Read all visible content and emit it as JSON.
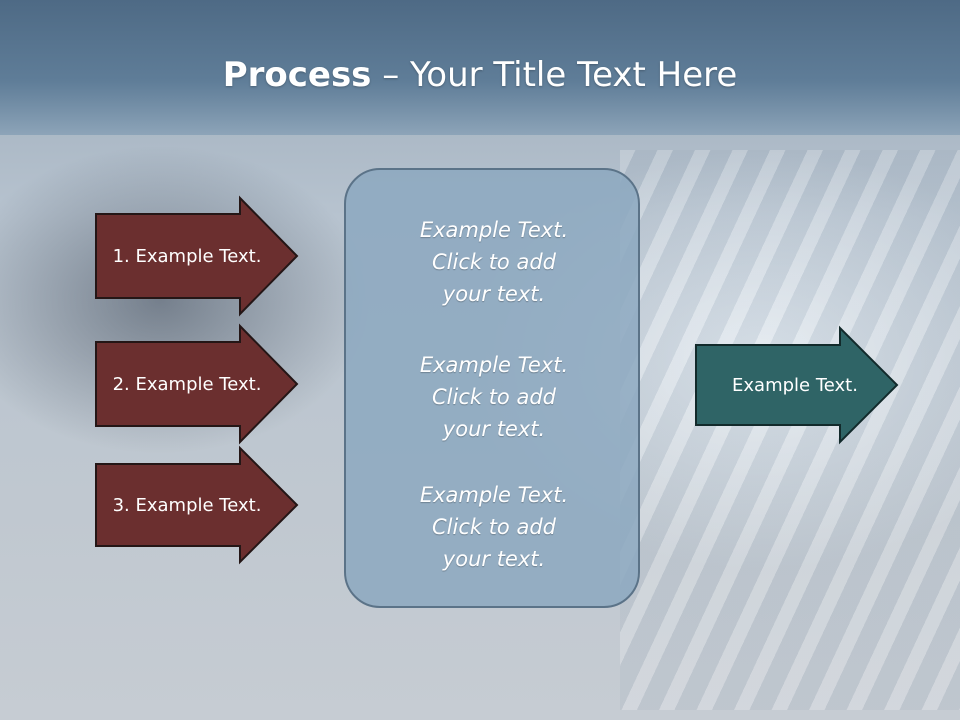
{
  "title": {
    "bold": "Process",
    "rest": " – Your Title Text Here"
  },
  "left_steps": [
    "1. Example Text.",
    "2. Example Text.",
    "3. Example Text."
  ],
  "center_items": [
    {
      "line1": "Example Text.",
      "line2": "Click  to add",
      "line3": "your text."
    },
    {
      "line1": "Example Text.",
      "line2": "Click  to add",
      "line3": "your text."
    },
    {
      "line1": "Example Text.",
      "line2": "Click  to add",
      "line3": "your text."
    }
  ],
  "output": "Example Text.",
  "colors": {
    "step_fill": "#6b2f2f",
    "output_fill": "#2f6466",
    "center_fill": "#8ca8c0"
  }
}
